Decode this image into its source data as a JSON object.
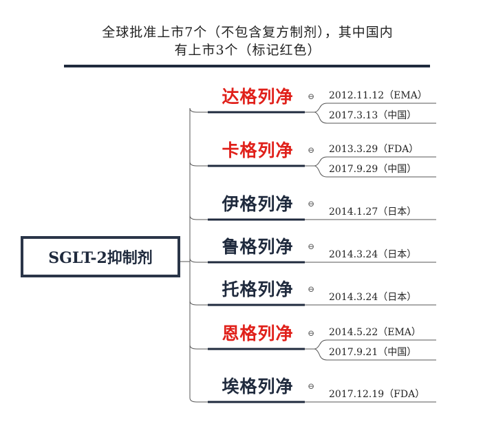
{
  "title": {
    "line1": "全球批准上市7个（不包含复方制剂），其中国内",
    "line2": "有上市3个（标记红色）"
  },
  "root": {
    "label": "SGLT-2抑制剂"
  },
  "colors": {
    "highlight": "#e0201a",
    "default": "#1f2a3d"
  },
  "drugs": [
    {
      "name": "达格列净",
      "highlight": true,
      "approvals": [
        "2012.11.12（EMA）",
        "2017.3.13（中国）"
      ]
    },
    {
      "name": "卡格列净",
      "highlight": true,
      "approvals": [
        "2013.3.29（FDA）",
        "2017.9.29（中国）"
      ]
    },
    {
      "name": "伊格列净",
      "highlight": false,
      "approvals": [
        "2014.1.27（日本）"
      ]
    },
    {
      "name": "鲁格列净",
      "highlight": false,
      "approvals": [
        "2014.3.24（日本）"
      ]
    },
    {
      "name": "托格列净",
      "highlight": false,
      "approvals": [
        "2014.3.24（日本）"
      ]
    },
    {
      "name": "恩格列净",
      "highlight": true,
      "approvals": [
        "2014.5.22（EMA）",
        "2017.9.21（中国）"
      ]
    },
    {
      "name": "埃格列净",
      "highlight": false,
      "approvals": [
        "2017.12.19（FDA）"
      ]
    }
  ],
  "collapse_icon": "minus-circle-icon"
}
